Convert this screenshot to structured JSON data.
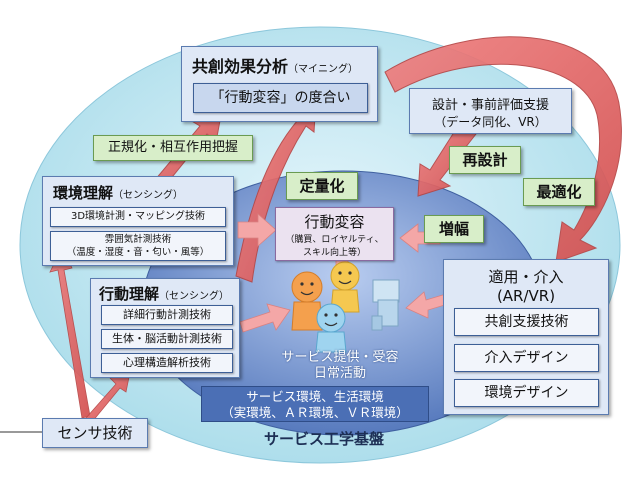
{
  "kyoso": {
    "title": "共創効果分析",
    "sub": "（マイニング）",
    "item": "「行動変容」の度合い"
  },
  "design": {
    "line1": "設計・事前評価支援",
    "line2": "（データ同化、VR）"
  },
  "labels": {
    "seikika": "正規化・相互作用把握",
    "teiryoka": "定量化",
    "sekkei": "再設計",
    "saitekika": "最適化",
    "zofuku": "増幅"
  },
  "kankyo": {
    "title": "環境理解",
    "sub": "（センシング）",
    "item1": "3D環境計測・マッピング技術",
    "item2a": "雰囲気計測技術",
    "item2b": "（温度・湿度・音・匂い・風等）"
  },
  "kodo": {
    "title": "行動理解",
    "sub": "（センシング）",
    "item1": "詳細行動計測技術",
    "item2": "生体・脳活動計測技術",
    "item3": "心理構造解析技術"
  },
  "henyo": {
    "title": "行動変容",
    "sub1": "（購買、ロイヤルティ、",
    "sub2": "スキル向上等）"
  },
  "teikyo": {
    "line1": "サービス提供・受容",
    "line2": "日常活動"
  },
  "kankyoBar": {
    "line1": "サービス環境、生活環境",
    "line2": "（実環境、ＡＲ環境、ＶＲ環境）"
  },
  "tekiyo": {
    "line1": "適用・介入",
    "line2": "(AR/VR)",
    "item1": "共創支援技術",
    "item2": "介入デザイン",
    "item3": "環境デザイン"
  },
  "sensor": "センサ技術",
  "kiban": "サービス工学基盤",
  "colors": {
    "outerEllipse": "#a9dcea",
    "innerEllipse": "#4f73b9",
    "arrowRed": "#e36a6a",
    "arrowPink": "#f2a3a3"
  }
}
